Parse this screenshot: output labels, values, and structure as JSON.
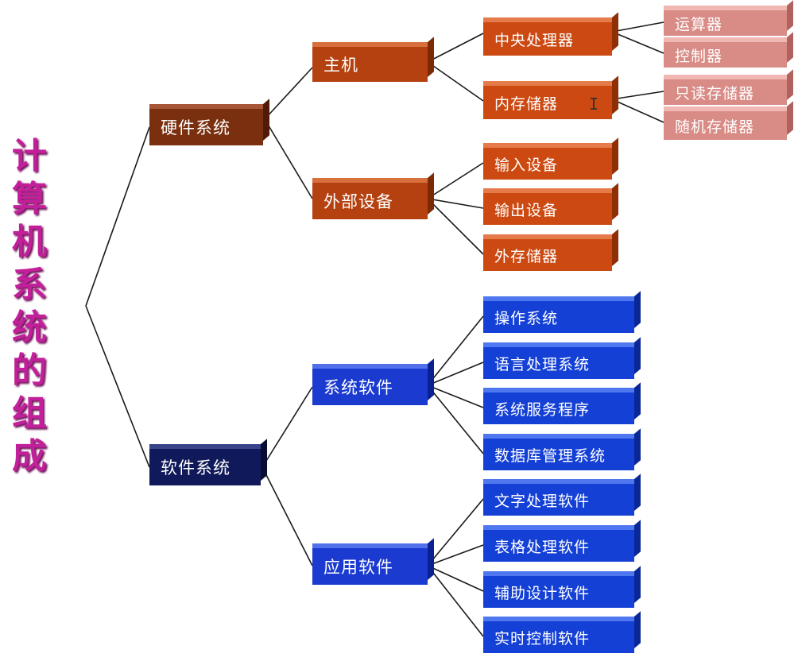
{
  "title_chars": [
    "计",
    "算",
    "机",
    "系",
    "统",
    "的",
    "组",
    "成"
  ],
  "hardware": {
    "label": "硬件系统",
    "host": {
      "label": "主机",
      "cpu": {
        "label": "中央处理器",
        "children": [
          "运算器",
          "控制器"
        ]
      },
      "memory": {
        "label": "内存储器",
        "children": [
          "只读存储器",
          "随机存储器"
        ]
      }
    },
    "peripherals": {
      "label": "外部设备",
      "children": [
        "输入设备",
        "输出设备",
        "外存储器"
      ]
    }
  },
  "software": {
    "label": "软件系统",
    "system_software": {
      "label": "系统软件",
      "children": [
        "操作系统",
        "语言处理系统",
        "系统服务程序",
        "数据库管理系统"
      ]
    },
    "application_software": {
      "label": "应用软件",
      "children": [
        "文字处理软件",
        "表格处理软件",
        "辅助设计软件",
        "实时控制软件"
      ]
    }
  },
  "colors": {
    "title": "#c21f9a",
    "hardware_root": "#7a300f",
    "hardware_node": "#cc4a12",
    "hardware_leaf_pink": "#d98b86",
    "software_root": "#101a5a",
    "software_node": "#1440d6"
  }
}
